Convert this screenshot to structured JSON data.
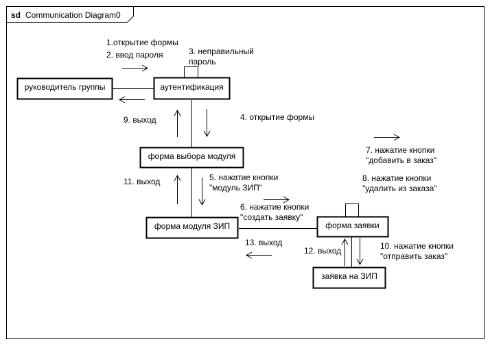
{
  "frame": {
    "kind": "sd",
    "name": "Communication Diagram0"
  },
  "objects": {
    "rukovoditel": "руководитель группы",
    "autentifikatsiya": "аутентификация",
    "forma_vybora": "форма выбора модуля",
    "forma_zip": "форма модуля ЗИП",
    "forma_zayavki": "форма заявки",
    "zayavka_zip": "заявка на ЗИП"
  },
  "messages": {
    "m1": "1.открытие формы",
    "m2": "2. ввод пароля",
    "m3a": "3. неправильный",
    "m3b": "пароль",
    "m4": "4. открытие формы",
    "m5a": "5. нажатие кнопки",
    "m5b": "\"модуль ЗИП\"",
    "m6a": "6. нажатие кнопки",
    "m6b": "\"создать заявку\"",
    "m7a": "7. нажатие кнопки",
    "m7b": "\"добавить в заказ\"",
    "m8a": "8. нажатие кнопки",
    "m8b": "\"удалить из заказа\"",
    "m9": "9. выход",
    "m10a": "10. нажатие кнопки",
    "m10b": "\"отправить заказ\"",
    "m11": "11. выход",
    "m12": "12. выход",
    "m13": "13. выход"
  }
}
